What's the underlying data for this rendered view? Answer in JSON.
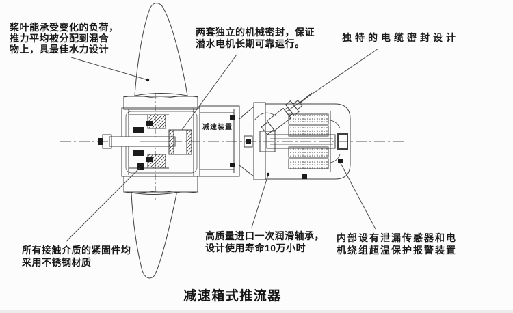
{
  "diagram": {
    "title": "减速箱式推流器",
    "gearbox_label": "减速装置",
    "annotations": {
      "blade": "桨叶能承受变化的负荷，\n推力平均被分配到混合\n物上，具最佳水力设计",
      "seal": "两套独立的机械密封，保证\n潜水电机长期可靠运行。",
      "cable": "独特的电缆密封设计",
      "fastener": "所有接触介质的紧固件均\n采用不锈钢材质",
      "bearing": "高质量进口一次润滑轴承，\n设计使用寿命10万小时",
      "sensor": "内部设有泄漏传感器和电\n机绕组超温保护报警装置"
    },
    "colors": {
      "ink": "#3f3f3f",
      "solid_parts": "#1b1b1b",
      "background": "#fcfcfc",
      "text": "#181818"
    }
  }
}
